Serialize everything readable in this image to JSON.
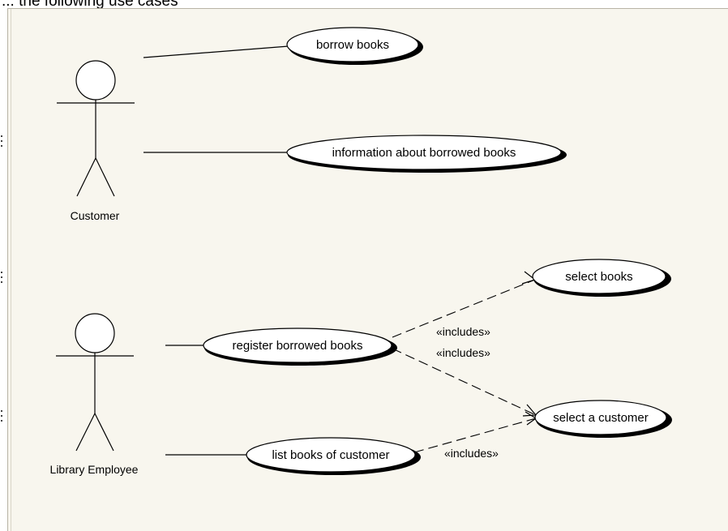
{
  "header": {
    "text": "... the following use cases"
  },
  "actors": {
    "customer": {
      "label": "Customer"
    },
    "library_employee": {
      "label": "Library Employee"
    }
  },
  "use_cases": {
    "borrow_books": "borrow books",
    "information_about_borrowed_books": "information about borrowed books",
    "select_books": "select books",
    "register_borrowed_books": "register borrowed books",
    "select_a_customer": "select a customer",
    "list_books_of_customer": "list books of customer"
  },
  "dependencies": {
    "register_to_select_books": "«includes»",
    "register_to_select_customer": "«includes»",
    "list_to_select_customer": "«includes»"
  }
}
